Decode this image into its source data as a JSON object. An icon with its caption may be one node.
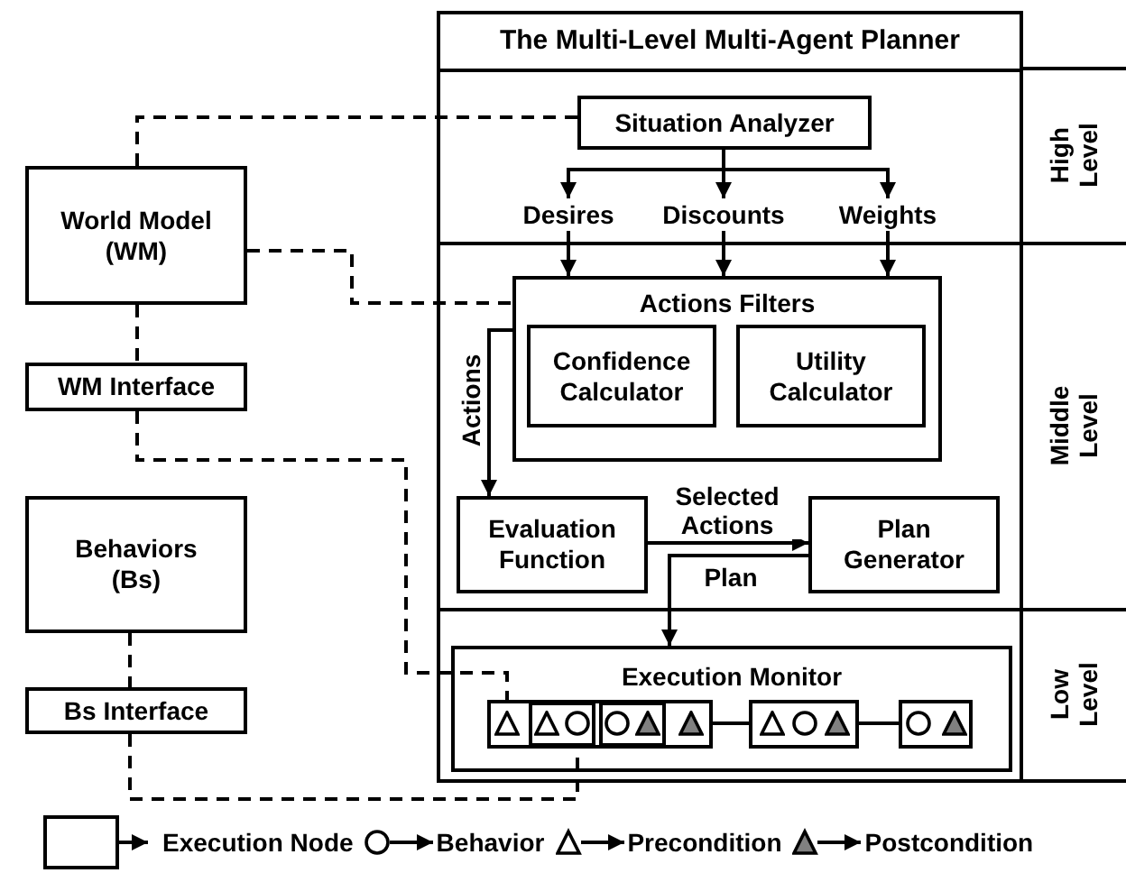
{
  "diagram": {
    "nodes": [
      {
        "text": [
          "World Model (WM)"
        ]
      },
      {
        "text": [
          "WM Interface"
        ]
      },
      {
        "text": [
          "Behaviors (Bs)"
        ]
      },
      {
        "text": [
          "Bs Interface"
        ]
      },
      {
        "text": [
          "The Multi-Level Multi-Agent Planner"
        ]
      },
      {
        "text": [
          "Situation Analyzer"
        ],
        "in": 4
      },
      {
        "text": [
          "Desires"
        ],
        "in": 4
      },
      {
        "text": [
          "Discounts"
        ],
        "in": 4
      },
      {
        "text": [
          "Weights"
        ],
        "in": 4
      },
      {
        "text": [
          "Actions Filters"
        ],
        "in": 4
      },
      {
        "text": [
          "Confidence Calculator"
        ],
        "in": 9
      },
      {
        "text": [
          "Utility Calculator"
        ],
        "in": 9
      },
      {
        "text": [
          "Evaluation Function"
        ],
        "in": 4
      },
      {
        "text": [
          "Plan Generator"
        ],
        "in": 4
      },
      {
        "text": [
          "Execution Monitor"
        ],
        "in": 4
      },
      {
        "text": [],
        "shape": "box",
        "in": 14
      },
      {
        "text": [],
        "shape": "box",
        "in": 15
      },
      {
        "text": [],
        "shape": "box",
        "in": 15
      },
      {
        "text": [],
        "shape": "box",
        "in": 14
      },
      {
        "text": [],
        "shape": "box",
        "in": 14
      }
    ],
    "edges": [
      {
        "from": 0,
        "to": 5,
        "arrow": "none",
        "style": "dashed"
      },
      {
        "from": 0,
        "to": 9,
        "arrow": "none",
        "style": "dashed"
      },
      {
        "from": 0,
        "to": 1,
        "arrow": "none",
        "style": "dashed"
      },
      {
        "from": 1,
        "to": 15,
        "arrow": "none",
        "style": "dashed"
      },
      {
        "from": 2,
        "to": 3,
        "arrow": "none",
        "style": "dashed"
      },
      {
        "from": 3,
        "to": 16,
        "arrow": "none",
        "style": "dashed"
      },
      {
        "from": 5,
        "to": 6,
        "arrow": "to"
      },
      {
        "from": 5,
        "to": 7,
        "arrow": "to"
      },
      {
        "from": 5,
        "to": 8,
        "arrow": "to"
      },
      {
        "from": 6,
        "to": 9,
        "arrow": "to"
      },
      {
        "from": 7,
        "to": 9,
        "arrow": "to"
      },
      {
        "from": 8,
        "to": 9,
        "arrow": "to"
      },
      {
        "from": 9,
        "to": 12,
        "arrow": "to",
        "label": "Actions"
      },
      {
        "from": 12,
        "to": 13,
        "arrow": "to",
        "label": "Selected Actions"
      },
      {
        "from": 13,
        "to": 14,
        "arrow": "to",
        "label": "Plan"
      },
      {
        "from": 15,
        "to": 18,
        "arrow": "none"
      },
      {
        "from": 18,
        "to": 19,
        "arrow": "none"
      }
    ],
    "labels": [
      "High Level",
      "Middle Level",
      "Low Level"
    ],
    "legend": [
      {
        "text": "Execution Node"
      },
      {
        "text": "Behavior"
      },
      {
        "text": "Precondition"
      },
      {
        "text": "Postcondition"
      }
    ]
  }
}
